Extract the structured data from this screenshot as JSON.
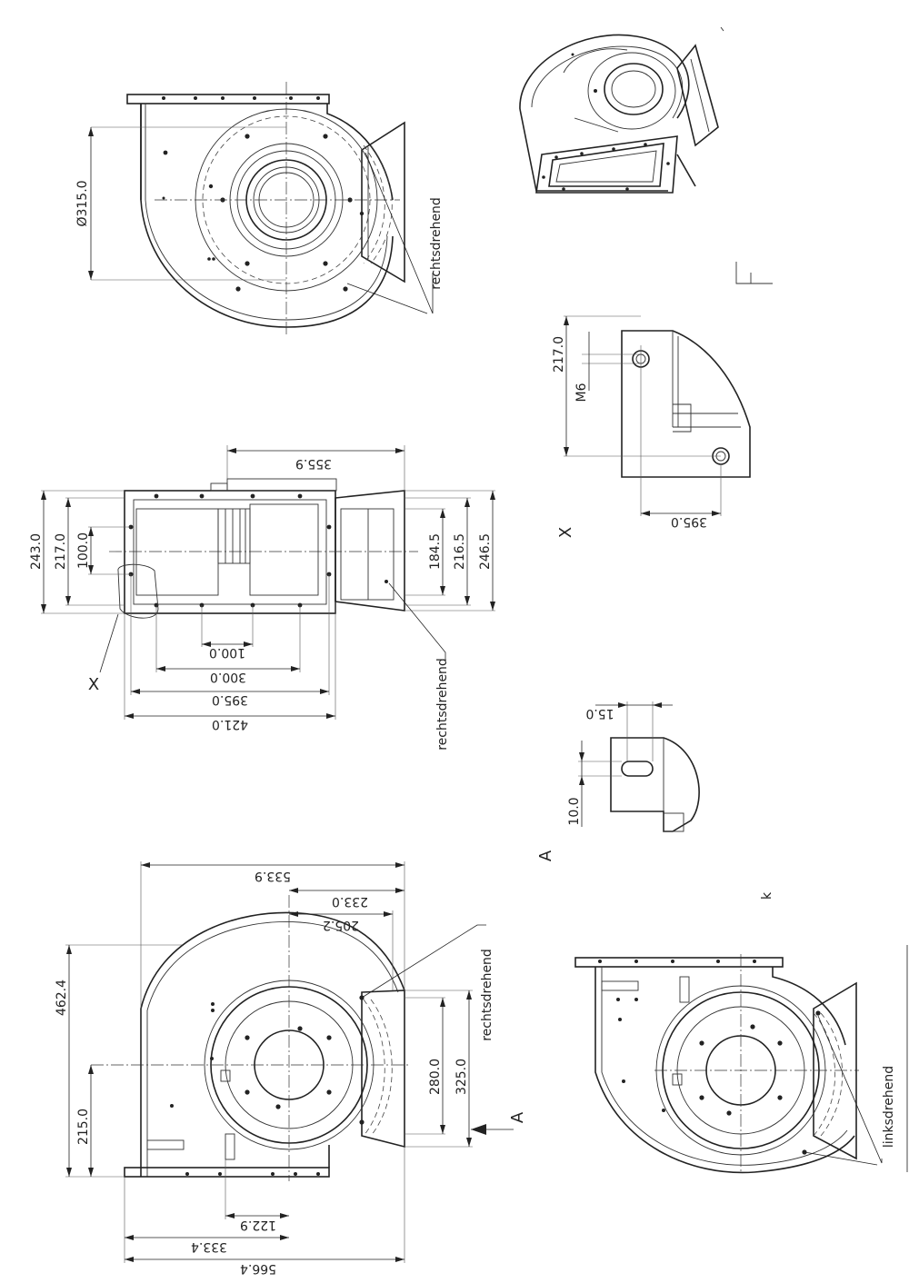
{
  "view_top": {
    "diameter": "Ø315.0",
    "rotation": "rechtsdrehend"
  },
  "view_side": {
    "d_355_9": "355.9",
    "d_243_0": "243.0",
    "d_217_0": "217.0",
    "d_100_0_left": "100.0",
    "d_184_5": "184.5",
    "d_216_5": "216.5",
    "d_246_5": "246.5",
    "d_100_0_bottom": "100.0",
    "d_300_0": "300.0",
    "d_395_0": "395.0",
    "d_421_0": "421.0",
    "detail_marker": "X",
    "rotation": "rechtsdrehend"
  },
  "view_front": {
    "d_533_9": "533.9",
    "d_233_0": "233.0",
    "d_205_2": "205.2",
    "d_462_4": "462.4",
    "d_215_0": "215.0",
    "d_280_0": "280.0",
    "d_325_0": "325.0",
    "d_122_9": "122.9",
    "d_333_4": "333.4",
    "d_566_4": "566.4",
    "arrow_label": "A",
    "rotation": "rechtsdrehend"
  },
  "detail_x": {
    "d_217_0": "217.0",
    "thread": "M6",
    "d_395_0": "395.0",
    "label": "X"
  },
  "detail_a": {
    "d_15_0": "15.0",
    "d_10_0": "10.0",
    "label": "A"
  },
  "view_left": {
    "rotation": "linksdrehend"
  }
}
